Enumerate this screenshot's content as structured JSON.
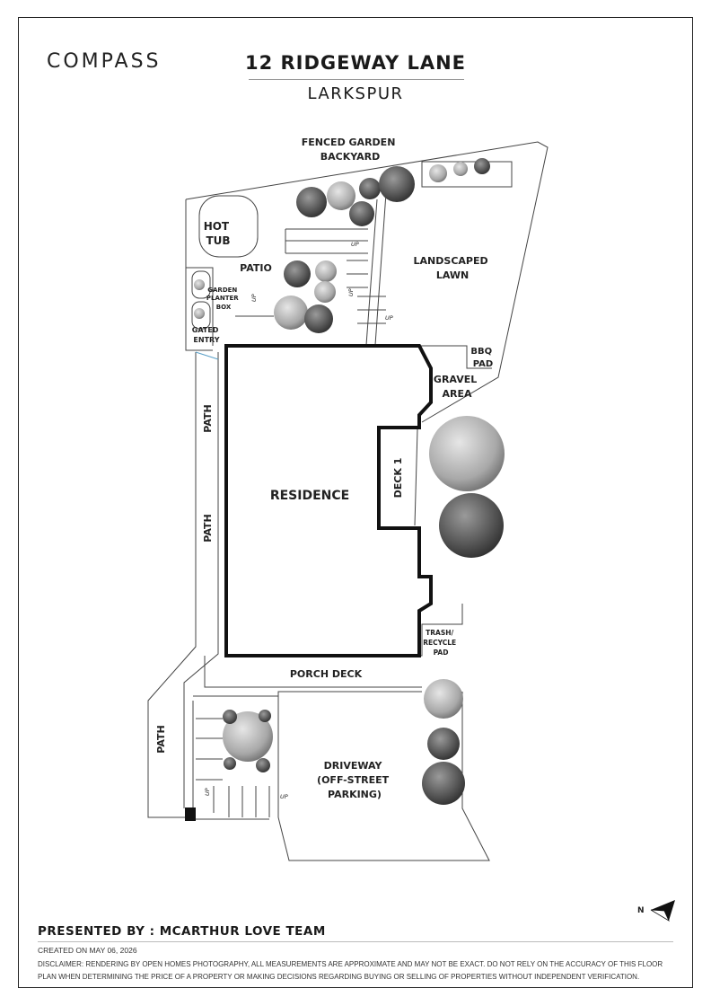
{
  "brand": {
    "logo_text": "COMPASS"
  },
  "header": {
    "address": "12 RIDGEWAY LANE",
    "city": "LARKSPUR"
  },
  "plan_labels": {
    "fenced_garden": [
      "FENCED GARDEN",
      "BACKYARD"
    ],
    "hot_tub": [
      "HOT",
      "TUB"
    ],
    "patio": "PATIO",
    "landscaped_lawn": [
      "LANDSCAPED",
      "LAWN"
    ],
    "garden_planter_box": [
      "GARDEN",
      "PLANTER",
      "BOX"
    ],
    "gated_entry": [
      "GATED",
      "ENTRY"
    ],
    "bbq_pad": [
      "BBQ",
      "PAD"
    ],
    "gravel_area": [
      "GRAVEL",
      "AREA"
    ],
    "residence": "RESIDENCE",
    "deck1": "DECK 1",
    "path": "PATH",
    "trash_pad": [
      "TRASH/",
      "RECYCLE",
      "PAD"
    ],
    "porch_deck": "PORCH DECK",
    "driveway": [
      "DRIVEWAY",
      "(OFF-STREET",
      "PARKING)"
    ],
    "up": "UP"
  },
  "compass": {
    "icon": "north-arrow-icon",
    "letter": "N"
  },
  "footer": {
    "presented_by": "PRESENTED BY : MCARTHUR LOVE TEAM",
    "created": "CREATED ON MAY 06, 2026",
    "disclaimer": "DISCLAIMER: RENDERING BY OPEN HOMES PHOTOGRAPHY, ALL MEASUREMENTS ARE APPROXIMATE AND MAY NOT BE EXACT. DO NOT RELY ON THE ACCURACY OF THIS FLOOR PLAN WHEN DETERMINING THE PRICE OF A PROPERTY OR MAKING DECISIONS REGARDING BUYING OR SELLING OF PROPERTIES WITHOUT INDEPENDENT VERIFICATION."
  }
}
